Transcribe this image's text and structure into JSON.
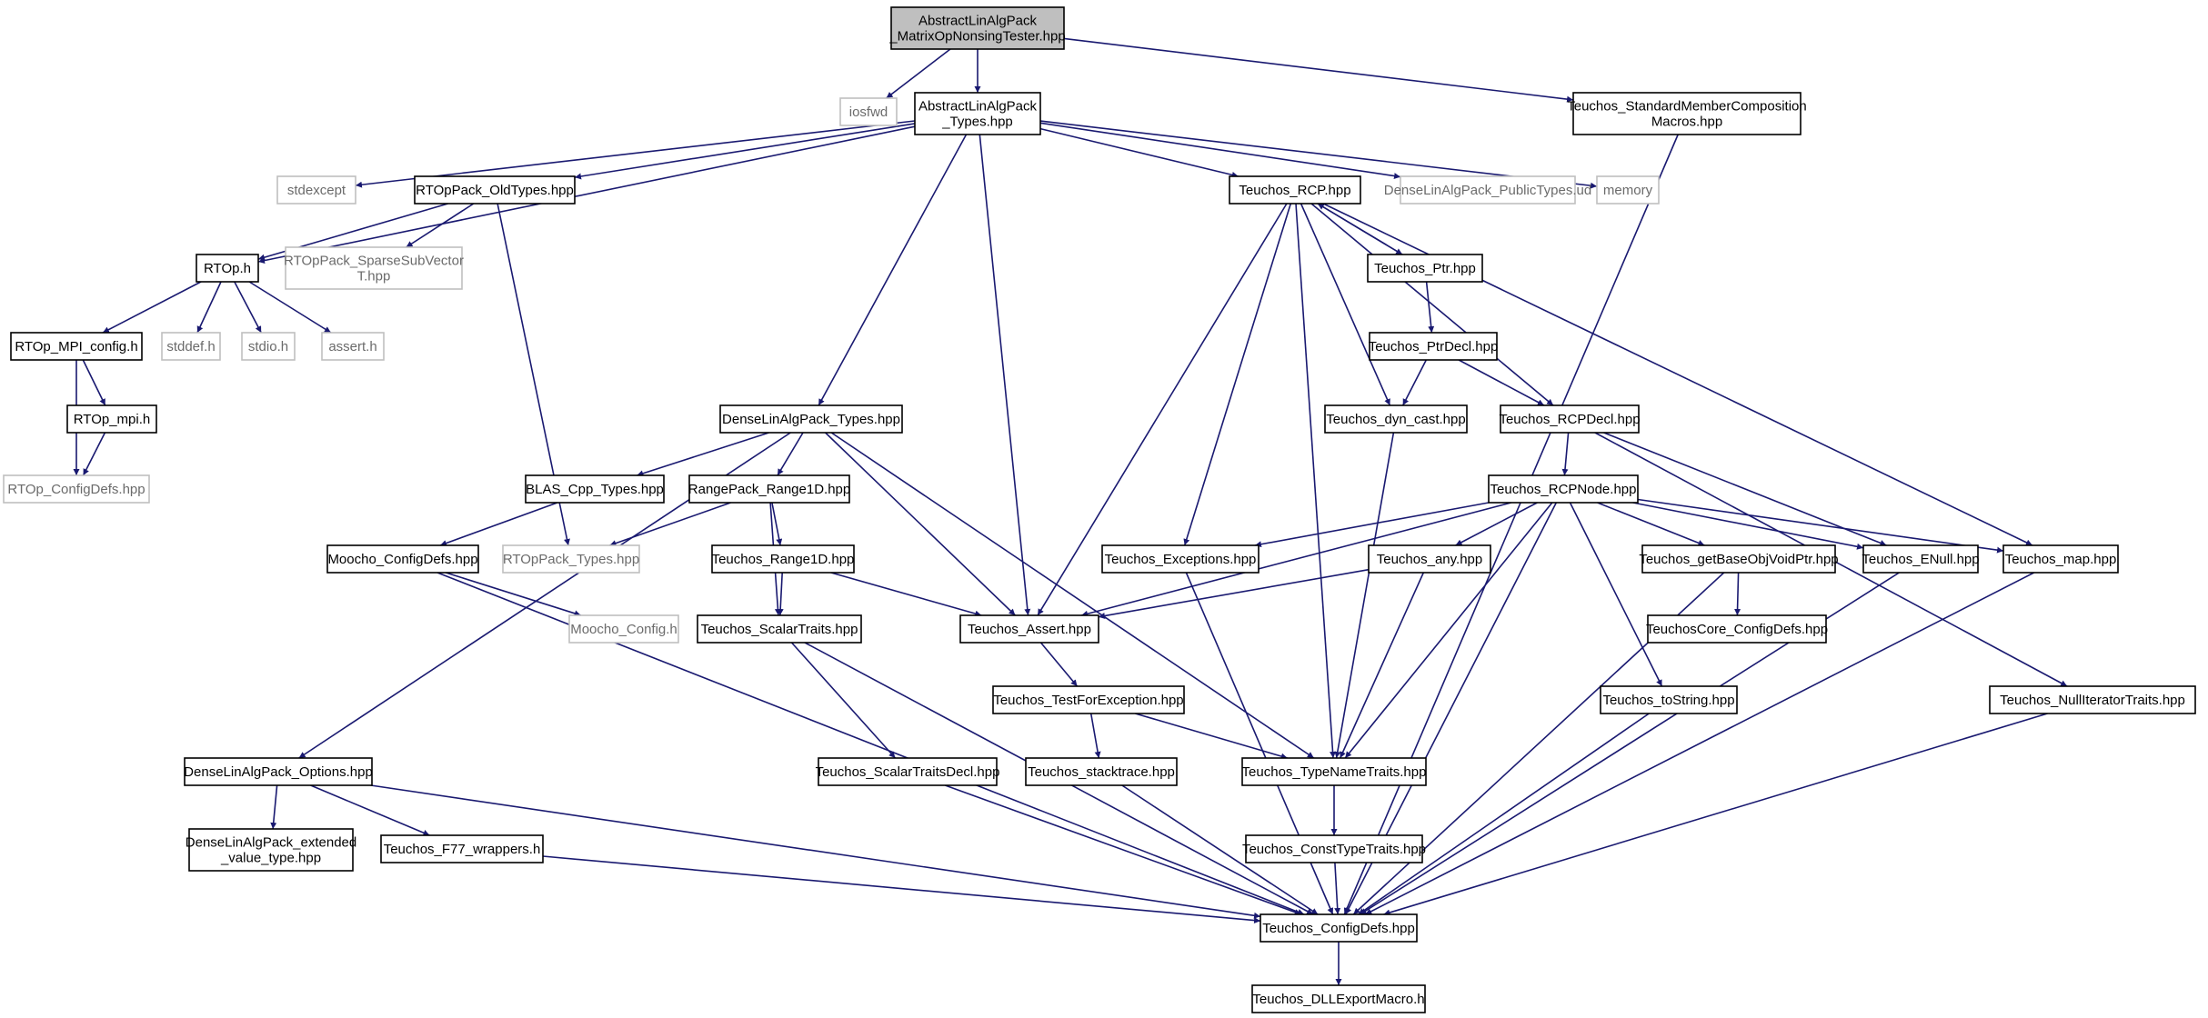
{
  "colors": {
    "edge": "#191970",
    "node_border": "#000000",
    "missing_border": "#bfbfbf",
    "root_fill": "#bfbfbf"
  },
  "nodes": [
    {
      "id": "root",
      "lines": [
        "AbstractLinAlgPack",
        "_MatrixOpNonsingTester.hpp"
      ],
      "kind": "root"
    },
    {
      "id": "iosfwd",
      "lines": [
        "iosfwd"
      ],
      "kind": "missing"
    },
    {
      "id": "alap_types",
      "lines": [
        "AbstractLinAlgPack",
        "_Types.hpp"
      ],
      "kind": "normal"
    },
    {
      "id": "std_member",
      "lines": [
        "Teuchos_StandardMemberComposition",
        "Macros.hpp"
      ],
      "kind": "normal"
    },
    {
      "id": "stdexcept",
      "lines": [
        "stdexcept"
      ],
      "kind": "missing"
    },
    {
      "id": "rtop_old",
      "lines": [
        "RTOpPack_OldTypes.hpp"
      ],
      "kind": "normal"
    },
    {
      "id": "rcp",
      "lines": [
        "Teuchos_RCP.hpp"
      ],
      "kind": "normal"
    },
    {
      "id": "dlap_public",
      "lines": [
        "DenseLinAlgPack_PublicTypes.ud"
      ],
      "kind": "missing"
    },
    {
      "id": "memory",
      "lines": [
        "memory"
      ],
      "kind": "missing"
    },
    {
      "id": "rtop_h",
      "lines": [
        "RTOp.h"
      ],
      "kind": "normal"
    },
    {
      "id": "rtop_sparse",
      "lines": [
        "RTOpPack_SparseSubVector",
        "T.hpp"
      ],
      "kind": "missing"
    },
    {
      "id": "ptr",
      "lines": [
        "Teuchos_Ptr.hpp"
      ],
      "kind": "normal"
    },
    {
      "id": "rtop_mpi_config",
      "lines": [
        "RTOp_MPI_config.h"
      ],
      "kind": "normal"
    },
    {
      "id": "stddef",
      "lines": [
        "stddef.h"
      ],
      "kind": "missing"
    },
    {
      "id": "stdio",
      "lines": [
        "stdio.h"
      ],
      "kind": "missing"
    },
    {
      "id": "assert_h",
      "lines": [
        "assert.h"
      ],
      "kind": "missing"
    },
    {
      "id": "ptrdecl",
      "lines": [
        "Teuchos_PtrDecl.hpp"
      ],
      "kind": "normal"
    },
    {
      "id": "rtop_mpi",
      "lines": [
        "RTOp_mpi.h"
      ],
      "kind": "normal"
    },
    {
      "id": "dlap_types",
      "lines": [
        "DenseLinAlgPack_Types.hpp"
      ],
      "kind": "normal"
    },
    {
      "id": "dyn_cast",
      "lines": [
        "Teuchos_dyn_cast.hpp"
      ],
      "kind": "normal"
    },
    {
      "id": "rcpdecl",
      "lines": [
        "Teuchos_RCPDecl.hpp"
      ],
      "kind": "normal"
    },
    {
      "id": "rtop_configdefs",
      "lines": [
        "RTOp_ConfigDefs.hpp"
      ],
      "kind": "missing"
    },
    {
      "id": "blas",
      "lines": [
        "BLAS_Cpp_Types.hpp"
      ],
      "kind": "normal"
    },
    {
      "id": "rangepack",
      "lines": [
        "RangePack_Range1D.hpp"
      ],
      "kind": "normal"
    },
    {
      "id": "rcpnode",
      "lines": [
        "Teuchos_RCPNode.hpp"
      ],
      "kind": "normal"
    },
    {
      "id": "moocho_cd",
      "lines": [
        "Moocho_ConfigDefs.hpp"
      ],
      "kind": "normal"
    },
    {
      "id": "rtoppack_types",
      "lines": [
        "RTOpPack_Types.hpp"
      ],
      "kind": "missing"
    },
    {
      "id": "range1d",
      "lines": [
        "Teuchos_Range1D.hpp"
      ],
      "kind": "normal"
    },
    {
      "id": "exceptions",
      "lines": [
        "Teuchos_Exceptions.hpp"
      ],
      "kind": "normal"
    },
    {
      "id": "any",
      "lines": [
        "Teuchos_any.hpp"
      ],
      "kind": "normal"
    },
    {
      "id": "getbase",
      "lines": [
        "Teuchos_getBaseObjVoidPtr.hpp"
      ],
      "kind": "normal"
    },
    {
      "id": "enull",
      "lines": [
        "Teuchos_ENull.hpp"
      ],
      "kind": "normal"
    },
    {
      "id": "map",
      "lines": [
        "Teuchos_map.hpp"
      ],
      "kind": "normal"
    },
    {
      "id": "moocho_config",
      "lines": [
        "Moocho_Config.h"
      ],
      "kind": "missing"
    },
    {
      "id": "scalartraits",
      "lines": [
        "Teuchos_ScalarTraits.hpp"
      ],
      "kind": "normal"
    },
    {
      "id": "assert_hpp",
      "lines": [
        "Teuchos_Assert.hpp"
      ],
      "kind": "normal"
    },
    {
      "id": "teuchoscore",
      "lines": [
        "TeuchosCore_ConfigDefs.hpp"
      ],
      "kind": "normal"
    },
    {
      "id": "testforexc",
      "lines": [
        "Teuchos_TestForException.hpp"
      ],
      "kind": "normal"
    },
    {
      "id": "tostring",
      "lines": [
        "Teuchos_toString.hpp"
      ],
      "kind": "normal"
    },
    {
      "id": "nulliter",
      "lines": [
        "Teuchos_NullIteratorTraits.hpp"
      ],
      "kind": "normal"
    },
    {
      "id": "dlap_options",
      "lines": [
        "DenseLinAlgPack_Options.hpp"
      ],
      "kind": "normal"
    },
    {
      "id": "scalartraitsdecl",
      "lines": [
        "Teuchos_ScalarTraitsDecl.hpp"
      ],
      "kind": "normal"
    },
    {
      "id": "stacktrace",
      "lines": [
        "Teuchos_stacktrace.hpp"
      ],
      "kind": "normal"
    },
    {
      "id": "typename",
      "lines": [
        "Teuchos_TypeNameTraits.hpp"
      ],
      "kind": "normal"
    },
    {
      "id": "dlap_ext",
      "lines": [
        "DenseLinAlgPack_extended",
        "_value_type.hpp"
      ],
      "kind": "normal"
    },
    {
      "id": "f77",
      "lines": [
        "Teuchos_F77_wrappers.h"
      ],
      "kind": "normal"
    },
    {
      "id": "consttype",
      "lines": [
        "Teuchos_ConstTypeTraits.hpp"
      ],
      "kind": "normal"
    },
    {
      "id": "configdefs",
      "lines": [
        "Teuchos_ConfigDefs.hpp"
      ],
      "kind": "normal"
    },
    {
      "id": "dllexport",
      "lines": [
        "Teuchos_DLLExportMacro.h"
      ],
      "kind": "normal"
    }
  ],
  "edges": [
    [
      "root",
      "iosfwd"
    ],
    [
      "root",
      "alap_types"
    ],
    [
      "root",
      "std_member"
    ],
    [
      "alap_types",
      "stdexcept"
    ],
    [
      "alap_types",
      "rtop_old"
    ],
    [
      "alap_types",
      "rtop_h"
    ],
    [
      "alap_types",
      "rcp"
    ],
    [
      "alap_types",
      "dlap_public"
    ],
    [
      "alap_types",
      "memory"
    ],
    [
      "alap_types",
      "dlap_types"
    ],
    [
      "alap_types",
      "assert_hpp"
    ],
    [
      "std_member",
      "configdefs"
    ],
    [
      "rtop_old",
      "rtop_h"
    ],
    [
      "rtop_old",
      "rtop_sparse"
    ],
    [
      "rtop_old",
      "rtoppack_types"
    ],
    [
      "rtop_h",
      "rtop_mpi_config"
    ],
    [
      "rtop_h",
      "stddef"
    ],
    [
      "rtop_h",
      "stdio"
    ],
    [
      "rtop_h",
      "assert_h"
    ],
    [
      "rtop_mpi_config",
      "rtop_mpi"
    ],
    [
      "rtop_mpi_config",
      "rtop_configdefs"
    ],
    [
      "rtop_mpi",
      "rtop_configdefs"
    ],
    [
      "rcp",
      "ptr"
    ],
    [
      "rcp",
      "dyn_cast"
    ],
    [
      "rcp",
      "rcpdecl"
    ],
    [
      "rcp",
      "exceptions"
    ],
    [
      "rcp",
      "assert_hpp"
    ],
    [
      "rcp",
      "typename"
    ],
    [
      "rcp",
      "map"
    ],
    [
      "ptr",
      "rcp"
    ],
    [
      "ptr",
      "ptrdecl"
    ],
    [
      "ptrdecl",
      "dyn_cast"
    ],
    [
      "ptrdecl",
      "rcpdecl"
    ],
    [
      "dyn_cast",
      "typename"
    ],
    [
      "rcpdecl",
      "rcpnode"
    ],
    [
      "rcpdecl",
      "enull"
    ],
    [
      "rcpdecl",
      "nulliter"
    ],
    [
      "rcpnode",
      "assert_hpp"
    ],
    [
      "rcpnode",
      "exceptions"
    ],
    [
      "rcpnode",
      "any"
    ],
    [
      "rcpnode",
      "getbase"
    ],
    [
      "rcpnode",
      "enull"
    ],
    [
      "rcpnode",
      "map"
    ],
    [
      "rcpnode",
      "typename"
    ],
    [
      "rcpnode",
      "tostring"
    ],
    [
      "rcpnode",
      "configdefs"
    ],
    [
      "dlap_types",
      "blas"
    ],
    [
      "dlap_types",
      "rangepack"
    ],
    [
      "dlap_types",
      "assert_hpp"
    ],
    [
      "dlap_types",
      "typename"
    ],
    [
      "dlap_types",
      "dlap_options"
    ],
    [
      "blas",
      "moocho_cd"
    ],
    [
      "rangepack",
      "rtoppack_types"
    ],
    [
      "rangepack",
      "range1d"
    ],
    [
      "rangepack",
      "scalartraits"
    ],
    [
      "range1d",
      "scalartraits"
    ],
    [
      "range1d",
      "assert_hpp"
    ],
    [
      "moocho_cd",
      "moocho_config"
    ],
    [
      "moocho_cd",
      "configdefs"
    ],
    [
      "any",
      "assert_hpp"
    ],
    [
      "any",
      "typename"
    ],
    [
      "getbase",
      "teuchoscore"
    ],
    [
      "getbase",
      "configdefs"
    ],
    [
      "exceptions",
      "configdefs"
    ],
    [
      "enull",
      "configdefs"
    ],
    [
      "map",
      "configdefs"
    ],
    [
      "scalartraits",
      "scalartraitsdecl"
    ],
    [
      "scalartraits",
      "configdefs"
    ],
    [
      "assert_hpp",
      "testforexc"
    ],
    [
      "testforexc",
      "stacktrace"
    ],
    [
      "testforexc",
      "typename"
    ],
    [
      "tostring",
      "configdefs"
    ],
    [
      "nulliter",
      "configdefs"
    ],
    [
      "dlap_options",
      "dlap_ext"
    ],
    [
      "dlap_options",
      "f77"
    ],
    [
      "dlap_options",
      "configdefs"
    ],
    [
      "scalartraitsdecl",
      "configdefs"
    ],
    [
      "stacktrace",
      "configdefs"
    ],
    [
      "typename",
      "consttype"
    ],
    [
      "consttype",
      "configdefs"
    ],
    [
      "f77",
      "configdefs"
    ],
    [
      "configdefs",
      "dllexport"
    ]
  ]
}
